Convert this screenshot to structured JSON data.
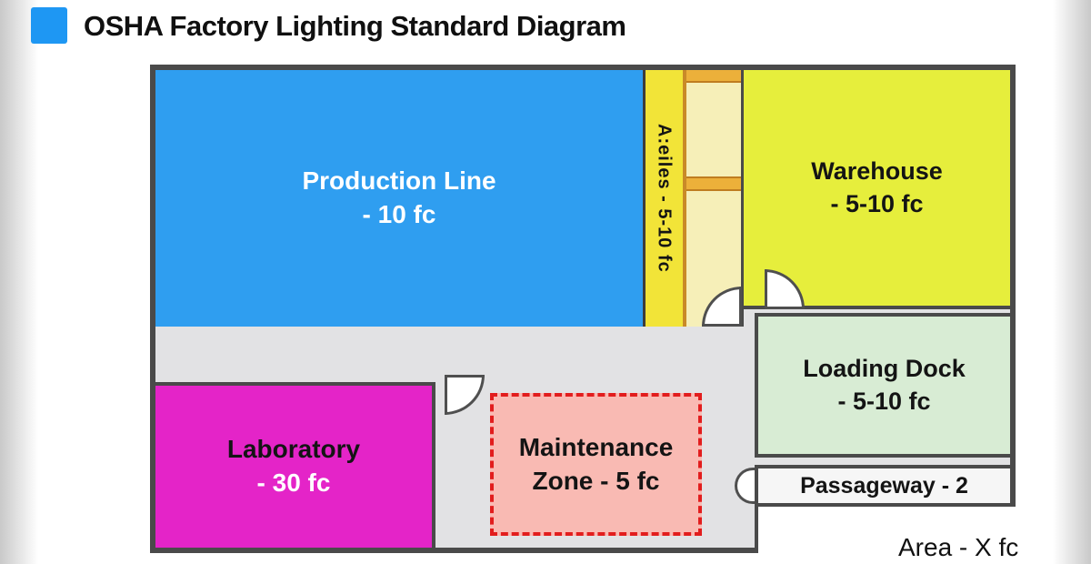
{
  "page": {
    "title": "OSHA Factory Lighting Standard Diagram",
    "legend": "Area - X fc"
  },
  "rooms": {
    "production": {
      "name": "Production Line",
      "value": "- 10 fc",
      "color": "#2f9ef0"
    },
    "aisles": {
      "label": "A:eiles - 5-10 fc",
      "color": "#f2e438"
    },
    "warehouse": {
      "name": "Warehouse",
      "value": "- 5-10 fc",
      "color": "#e6ee3c"
    },
    "loading_dock": {
      "name": "Loading Dock",
      "value": "- 5-10 fc",
      "color": "#d8ecd4"
    },
    "laboratory": {
      "name": "Laboratory",
      "value": "- 30 fc",
      "color": "#e424c8"
    },
    "maintenance": {
      "name": "Maintenance",
      "value": "Zone - 5 fc",
      "color": "#f9bab3",
      "border_color": "#e21d1d"
    },
    "passageway": {
      "label": "Passageway - 2",
      "color": "#f6f6f6"
    }
  },
  "colors": {
    "title_square": "#1e97f3",
    "floor": "#e2e2e4",
    "wall": "#4a4a4a",
    "rack_fill": "#f6efb8",
    "rack_bar": "#ecb03a"
  }
}
